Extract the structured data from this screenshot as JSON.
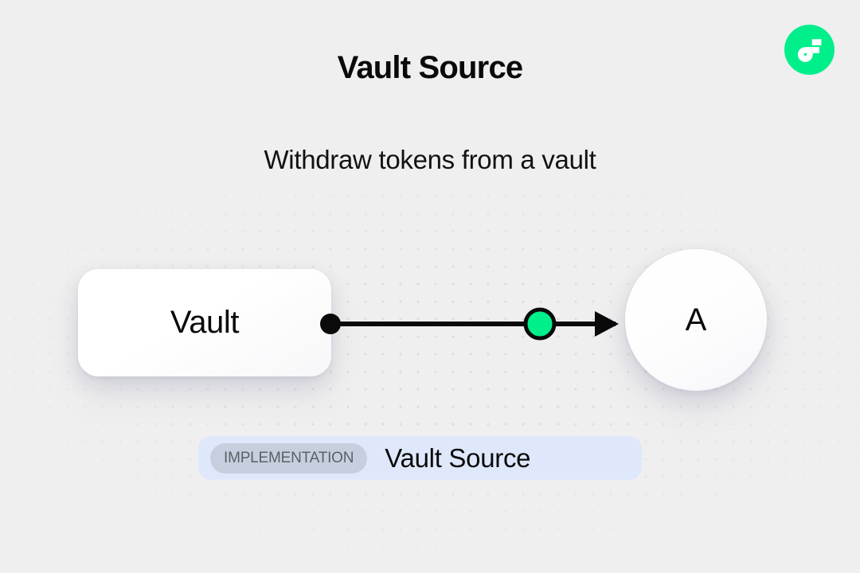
{
  "page": {
    "background_color": "#efefef",
    "title": "Vault Source",
    "subtitle": "Withdraw tokens from a vault"
  },
  "brand": {
    "logo_name": "flow-logo",
    "logo_bg_color": "#00ef8b",
    "logo_mark_color": "#ffffff"
  },
  "diagram": {
    "source_node": {
      "label": "Vault",
      "shape": "rounded-rectangle"
    },
    "target_node": {
      "label": "A",
      "shape": "circle"
    },
    "edge": {
      "start_handle": "source-handle-dot",
      "mid_marker": "edge-green-dot",
      "mid_marker_color": "#00ef8b",
      "end_marker": "arrowhead",
      "stroke_color": "#0a0a0a"
    }
  },
  "implementation_badge": {
    "tag_label": "IMPLEMENTATION",
    "name": "Vault Source",
    "container_color": "#dfe8fb",
    "pill_color": "#c6cfdd",
    "pill_text_color": "#5b6068"
  }
}
